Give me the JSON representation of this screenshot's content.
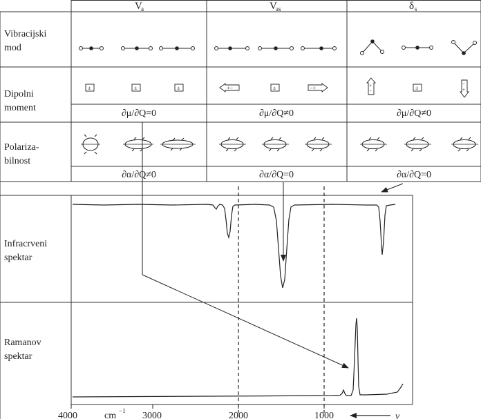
{
  "header": {
    "col1": {
      "symbol": "V",
      "sub": "a"
    },
    "col2": {
      "symbol": "V",
      "sub": "as"
    },
    "col3": {
      "symbol": "δ",
      "sub": "s"
    }
  },
  "rows": {
    "mode": {
      "line1": "Vibracijski",
      "line2": "mod"
    },
    "dipole": {
      "line1": "Dipolni",
      "line2": "moment"
    },
    "polar": {
      "line1": "Polariza-",
      "line2": "bilnost"
    }
  },
  "dipole_formulas": [
    "∂μ/∂Q=0",
    "∂μ/∂Q≠0",
    "∂μ/∂Q≠0"
  ],
  "polar_formulas": [
    "∂α/∂Q≠0",
    "∂α/∂Q=0",
    "∂α/∂Q=0"
  ],
  "panels": {
    "ir": {
      "line1": "Infracrveni",
      "line2": "spektar"
    },
    "raman": {
      "line1": "Ramanov",
      "line2": "spektar"
    }
  },
  "axis": {
    "ticks": [
      "4000",
      "3000",
      "2000",
      "1000"
    ],
    "unit_main": "cm",
    "unit_exp": "−1",
    "nu": "ν"
  }
}
